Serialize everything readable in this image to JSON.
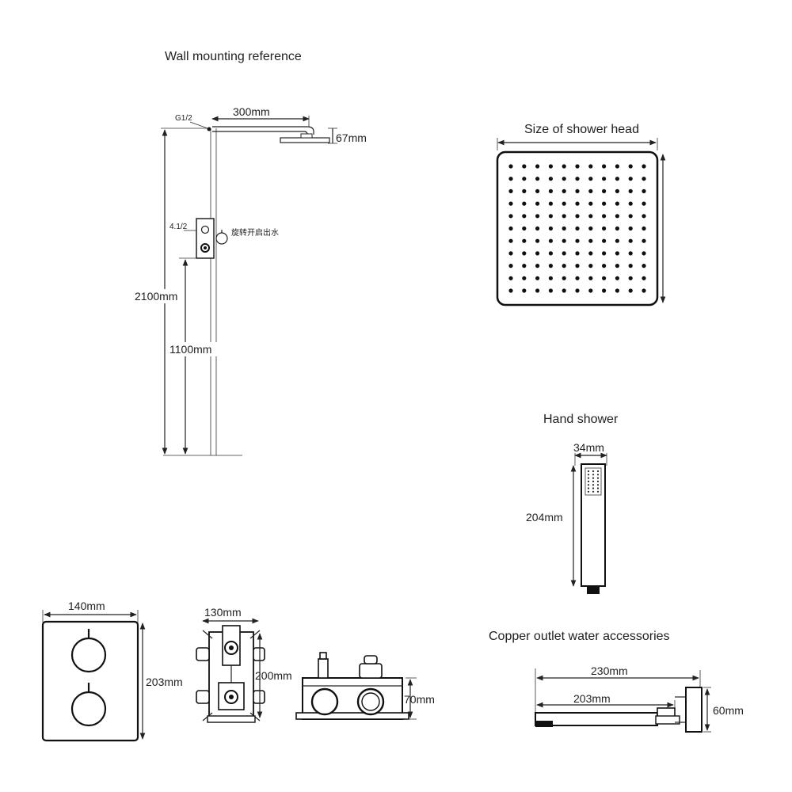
{
  "wall": {
    "title": "Wall mounting reference",
    "inlet_top": "G1/2",
    "arm_length": "300mm",
    "head_height": "67mm",
    "inlet_mid": "4.1/2",
    "note_cn": "旋转开启出水",
    "total_height": "2100mm",
    "valve_height": "1100mm"
  },
  "shower_head": {
    "title": "Size of shower head",
    "rows": 11,
    "cols": 11
  },
  "hand_shower": {
    "title": "Hand shower",
    "width": "34mm",
    "length": "204mm"
  },
  "panel": {
    "width": "140mm",
    "height": "203mm"
  },
  "valve_box": {
    "width": "130mm",
    "height": "200mm",
    "depth": "70mm"
  },
  "spout": {
    "title": "Copper outlet water accessories",
    "total_length": "230mm",
    "inner_length": "203mm",
    "height": "60mm"
  }
}
